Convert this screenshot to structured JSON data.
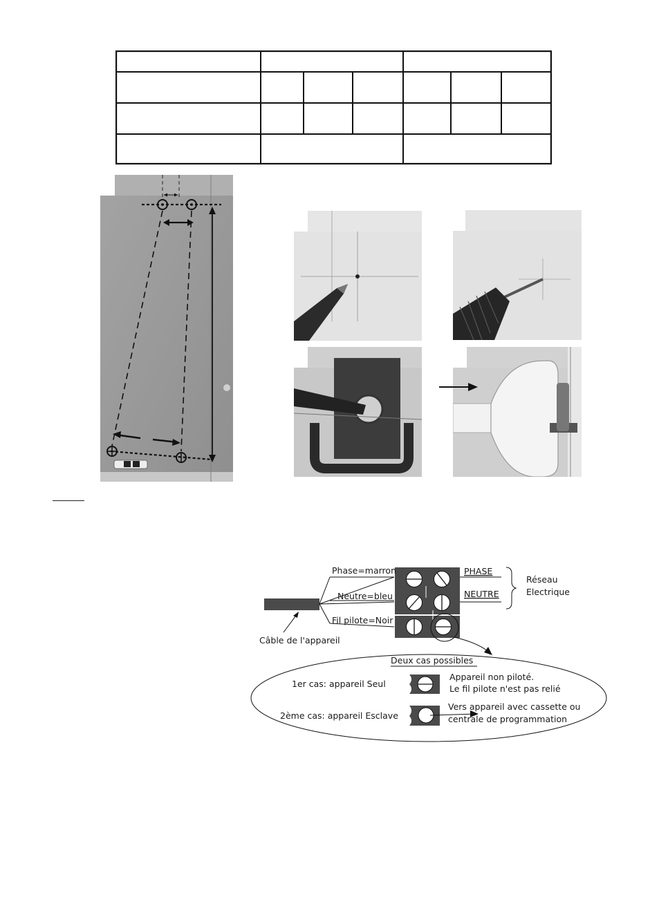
{
  "wiring": {
    "phase_wire": "Phase=marron",
    "neutral_wire": "Neutre=bleu",
    "pilot_wire": "Fil pilote=Noir",
    "phase_label": "PHASE",
    "neutral_label": "NEUTRE",
    "network_line1": "Réseau",
    "network_line2": "Electrique",
    "cable_label": "Câble de l'appareil",
    "cases_title": "Deux cas possibles",
    "case1_label": "1er cas: appareil Seul",
    "case1_desc_line1": "Appareil non piloté.",
    "case1_desc_line2": "Le fil pilote n'est pas relié",
    "case2_label": "2ème cas: appareil Esclave",
    "case2_desc_line1": "Vers appareil avec cassette ou",
    "case2_desc_line2": "centrale de programmation"
  },
  "colors": {
    "terminal_block": "#4a4a4a",
    "wall_grey": "#9c9c9c",
    "photo_bg": "#e4e4e4"
  }
}
